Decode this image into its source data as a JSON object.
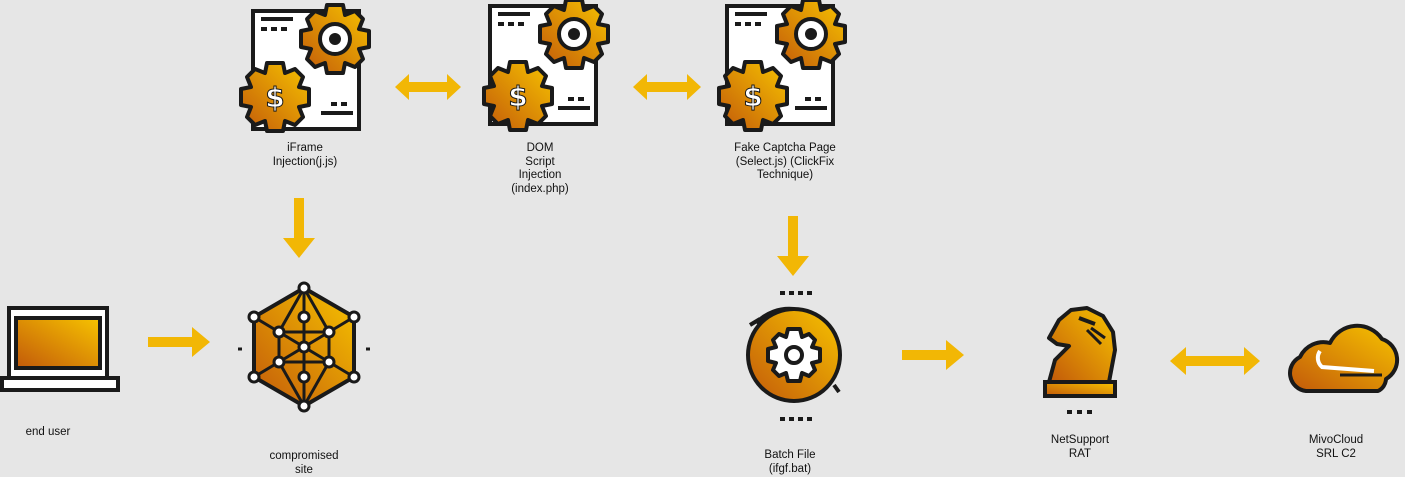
{
  "colors": {
    "accent": "#f2b705",
    "icon_dark": "#c2590a",
    "icon_light": "#f7c400",
    "stroke": "#1a1a1a",
    "background": "#e6e6e6"
  },
  "nodes": {
    "iframe": {
      "label": "iFrame\nInjection(j.js)",
      "icon": "server-gears-icon"
    },
    "dom": {
      "label": "DOM\nScript\nInjection\n(index.php)",
      "icon": "server-gears-icon"
    },
    "captcha": {
      "label": "Fake Captcha Page\n(Select.js)  (ClickFix\nTechnique)",
      "icon": "server-gears-icon"
    },
    "end_user": {
      "label": "end user",
      "icon": "laptop-icon"
    },
    "compromised": {
      "label": "compromised\nsite",
      "icon": "network-hexagon-icon"
    },
    "batch": {
      "label": "Batch File\n(ifgf.bat)",
      "icon": "gear-cycle-icon"
    },
    "netsupport": {
      "label": "NetSupport\nRAT",
      "icon": "chess-knight-icon"
    },
    "mivocloud": {
      "label": "MivoCloud\nSRL C2",
      "icon": "cloud-icon"
    }
  }
}
